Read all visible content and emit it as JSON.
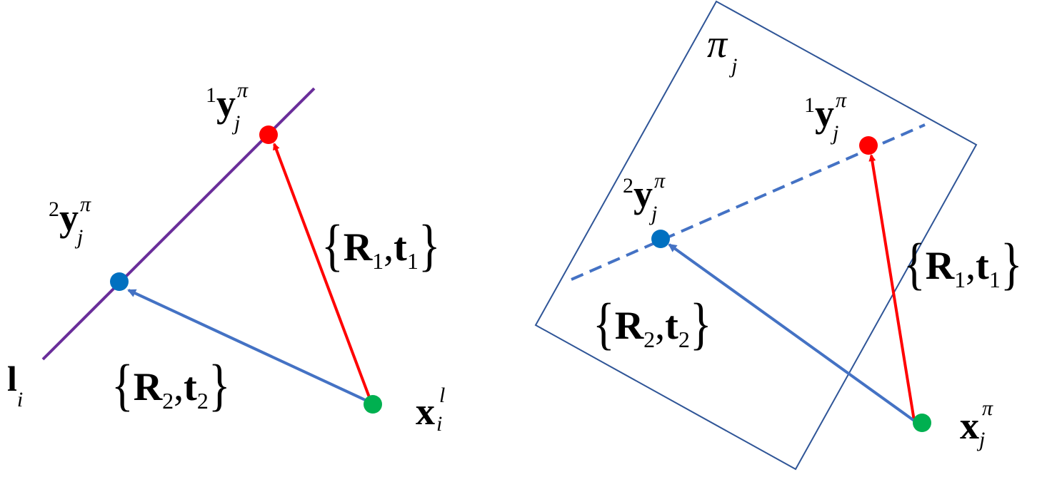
{
  "colors": {
    "line_l": "#6A2E9A",
    "red_arrow": "#FF0000",
    "blue_arrow": "#4472C4",
    "dashed_line": "#4472C4",
    "plane_outline": "#2F5597",
    "point_red": "#FF0000",
    "point_blue": "#0070C0",
    "point_green": "#00B050"
  },
  "left_panel": {
    "line_label": {
      "main": "l",
      "sub": "i"
    },
    "target_1": {
      "pre": "1",
      "main": "y",
      "sup": "π",
      "sub": "j"
    },
    "target_2": {
      "pre": "2",
      "main": "y",
      "sup": "π",
      "sub": "j"
    },
    "source": {
      "main": "x",
      "sup": "l",
      "sub": "i"
    },
    "transform_1": {
      "open": "{",
      "r": "R",
      "r_sub": "1",
      "sep": ",",
      "t": "t",
      "t_sub": "1",
      "close": "}"
    },
    "transform_2": {
      "open": "{",
      "r": "R",
      "r_sub": "2",
      "sep": ",",
      "t": "t",
      "t_sub": "2",
      "close": "}"
    }
  },
  "right_panel": {
    "plane_label": {
      "main": "π",
      "sub": "j"
    },
    "target_1": {
      "pre": "1",
      "main": "y",
      "sup": "π",
      "sub": "j"
    },
    "target_2": {
      "pre": "2",
      "main": "y",
      "sup": "π",
      "sub": "j"
    },
    "source": {
      "main": "x",
      "sup": "π",
      "sub": "j"
    },
    "transform_1": {
      "open": "{",
      "r": "R",
      "r_sub": "1",
      "sep": ",",
      "t": "t",
      "t_sub": "1",
      "close": "}"
    },
    "transform_2": {
      "open": "{",
      "r": "R",
      "r_sub": "2",
      "sep": ",",
      "t": "t",
      "t_sub": "2",
      "close": "}"
    }
  }
}
